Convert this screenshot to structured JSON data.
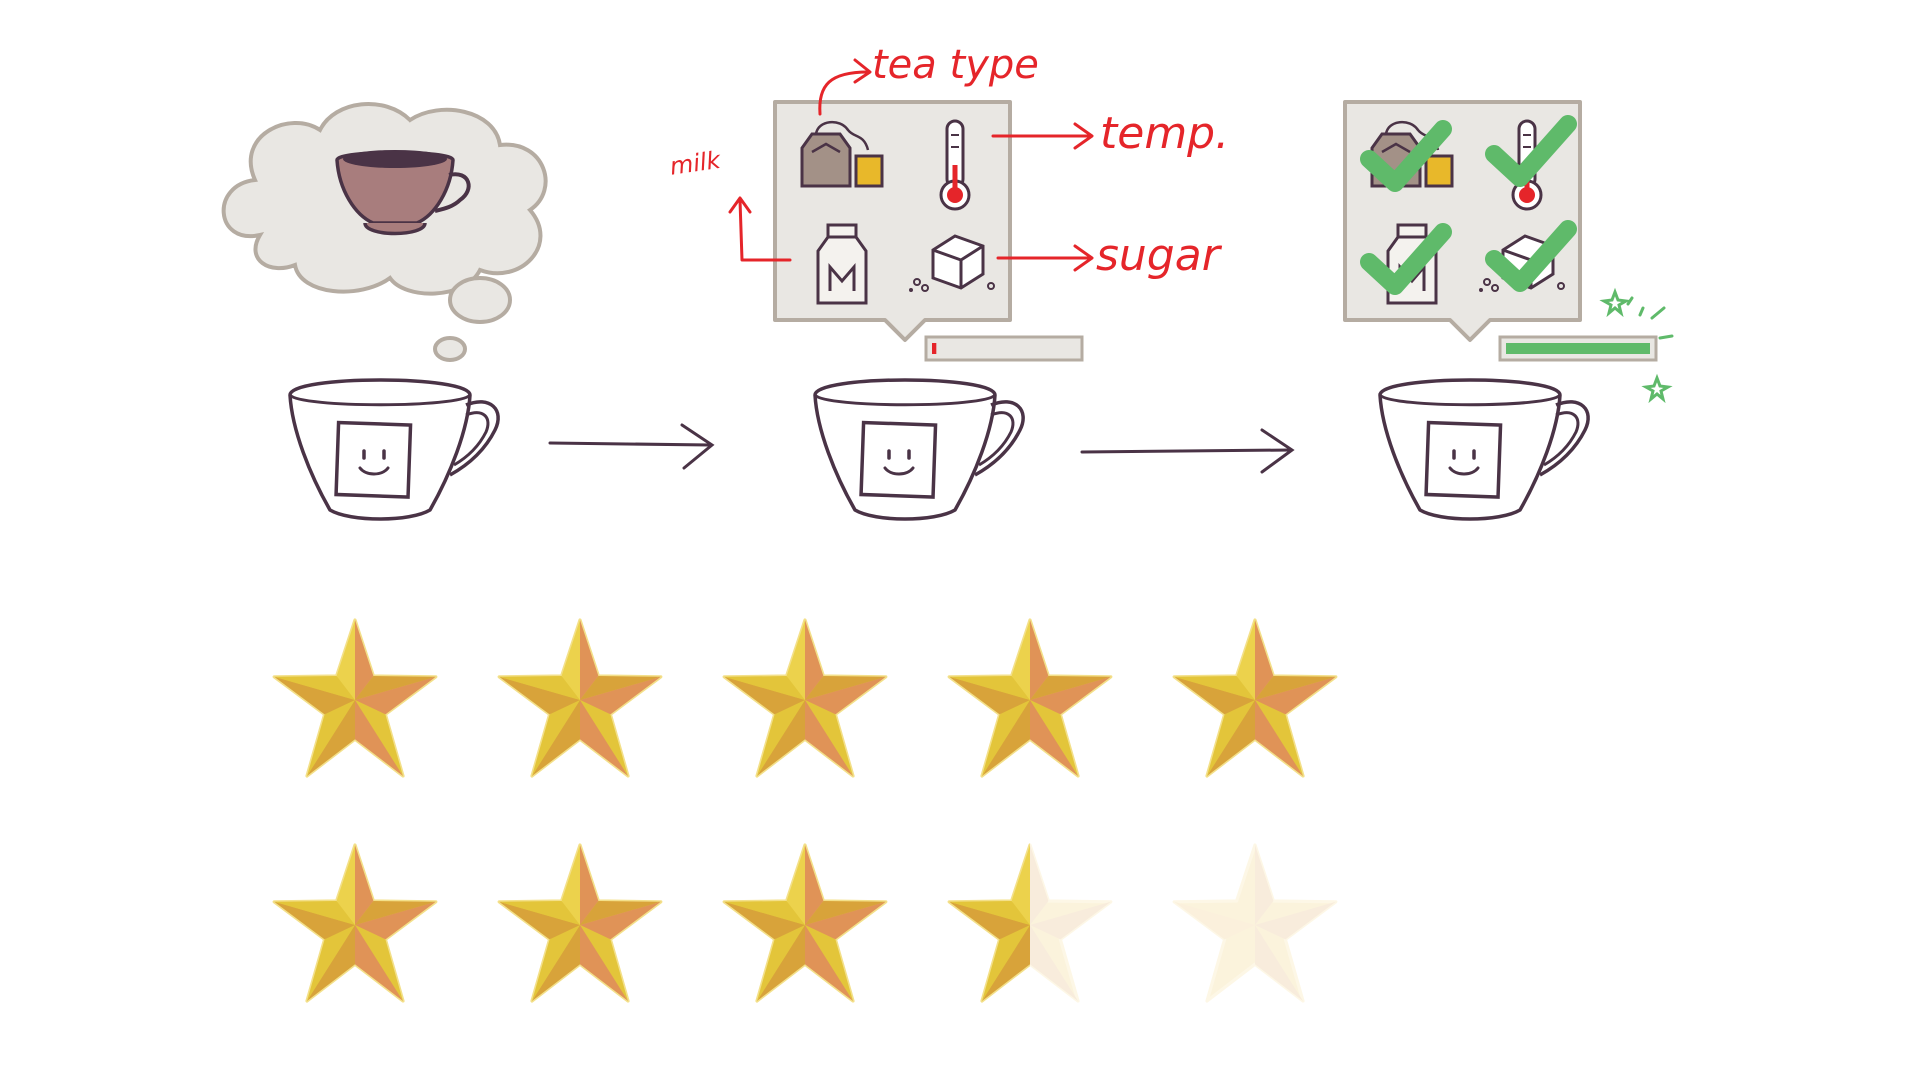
{
  "colors": {
    "ink": "#5a3a4a",
    "panel_fill": "#e9e7e3",
    "panel_stroke": "#b5aca2",
    "annotation_red": "#e5252a",
    "check_green": "#5fba6a",
    "tea_brown": "#a88a80",
    "star_gold": "#e3c53a",
    "star_orange": "#e09357",
    "star_faded": "#fbf3dc"
  },
  "annotations": {
    "tea_type": "tea type",
    "temp": "temp.",
    "milk": "milk",
    "sugar": "sugar"
  },
  "icons": [
    "tea-bag-icon",
    "thermometer-icon",
    "milk-carton-icon",
    "sugar-cube-icon"
  ],
  "progress": {
    "stage2_fraction": 0.03,
    "stage3_fraction": 1.0
  },
  "ratings": {
    "top_row_stars": 5,
    "bottom_row_stars": 3.5,
    "max_stars": 5
  }
}
